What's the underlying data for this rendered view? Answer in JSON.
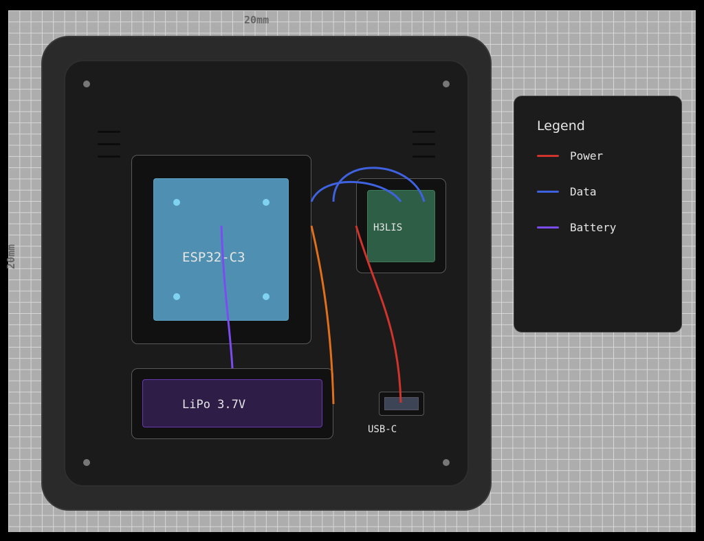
{
  "dimensions": {
    "width_label": "20mm",
    "height_label": "20mm"
  },
  "components": {
    "mcu": "ESP32-C3",
    "sensor": "H3LIS",
    "battery": "LiPo 3.7V",
    "usb": "USB-C"
  },
  "legend": {
    "title": "Legend",
    "items": [
      {
        "label": "Power",
        "color": "#d0342c"
      },
      {
        "label": "Data",
        "color": "#3f63e0"
      },
      {
        "label": "Battery",
        "color": "#7b4cf0"
      }
    ]
  },
  "colors": {
    "orange_wire": "#e0701c"
  }
}
